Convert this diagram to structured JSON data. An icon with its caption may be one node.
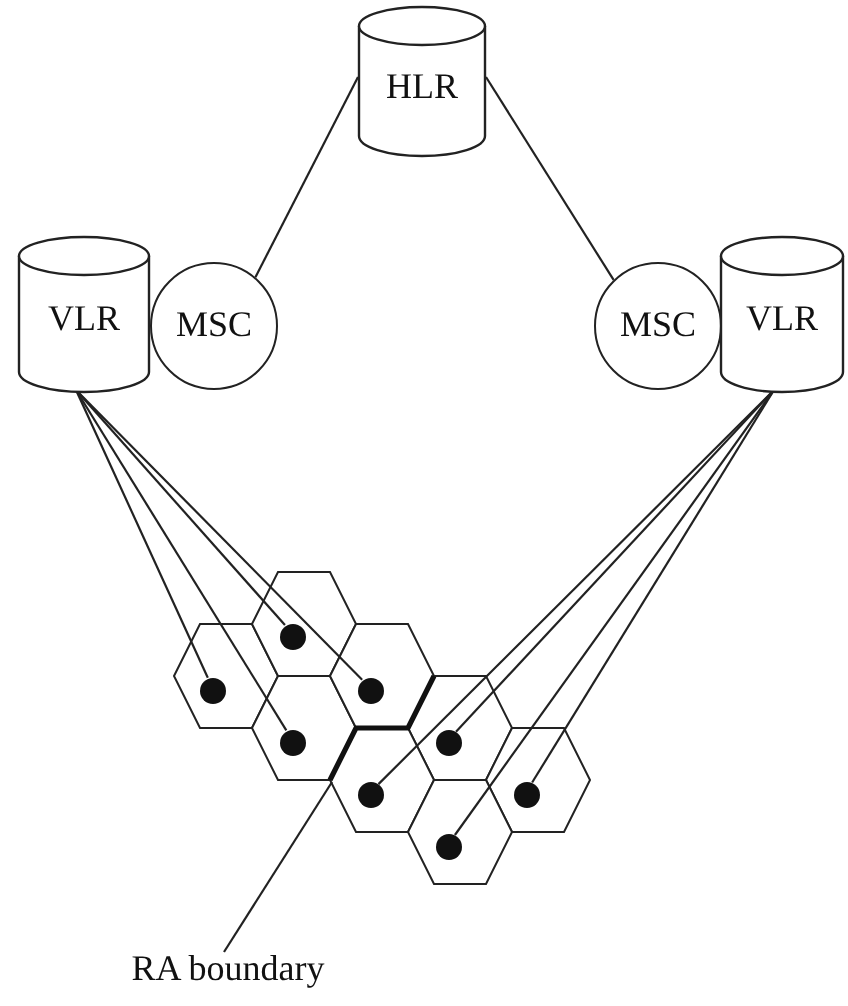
{
  "diagram": {
    "nodes": [
      {
        "text": [
          "HLR"
        ]
      },
      {
        "text": [
          "VLR"
        ]
      },
      {
        "text": [
          "MSC"
        ]
      },
      {
        "text": [
          "MSC"
        ]
      },
      {
        "text": [
          "VLR"
        ]
      },
      {
        "text": [],
        "shape": "circle"
      },
      {
        "text": [],
        "shape": "circle"
      },
      {
        "text": [],
        "shape": "circle"
      },
      {
        "text": [],
        "shape": "circle"
      },
      {
        "text": [],
        "shape": "circle"
      },
      {
        "text": [],
        "shape": "circle"
      },
      {
        "text": [],
        "shape": "circle"
      },
      {
        "text": [],
        "shape": "circle"
      },
      {
        "text": [
          "RA boundary"
        ]
      }
    ],
    "edges": [
      {
        "from": 0,
        "to": 2,
        "arrow": "none"
      },
      {
        "from": 0,
        "to": 3,
        "arrow": "none"
      },
      {
        "from": 1,
        "to": 5,
        "arrow": "none"
      },
      {
        "from": 1,
        "to": 6,
        "arrow": "none"
      },
      {
        "from": 1,
        "to": 7,
        "arrow": "none"
      },
      {
        "from": 1,
        "to": 8,
        "arrow": "none"
      },
      {
        "from": 4,
        "to": 9,
        "arrow": "none"
      },
      {
        "from": 4,
        "to": 10,
        "arrow": "none"
      },
      {
        "from": 4,
        "to": 11,
        "arrow": "none"
      },
      {
        "from": 4,
        "to": 12,
        "arrow": "none"
      },
      {
        "from": 13,
        "to": null,
        "arrow": "none"
      }
    ]
  }
}
